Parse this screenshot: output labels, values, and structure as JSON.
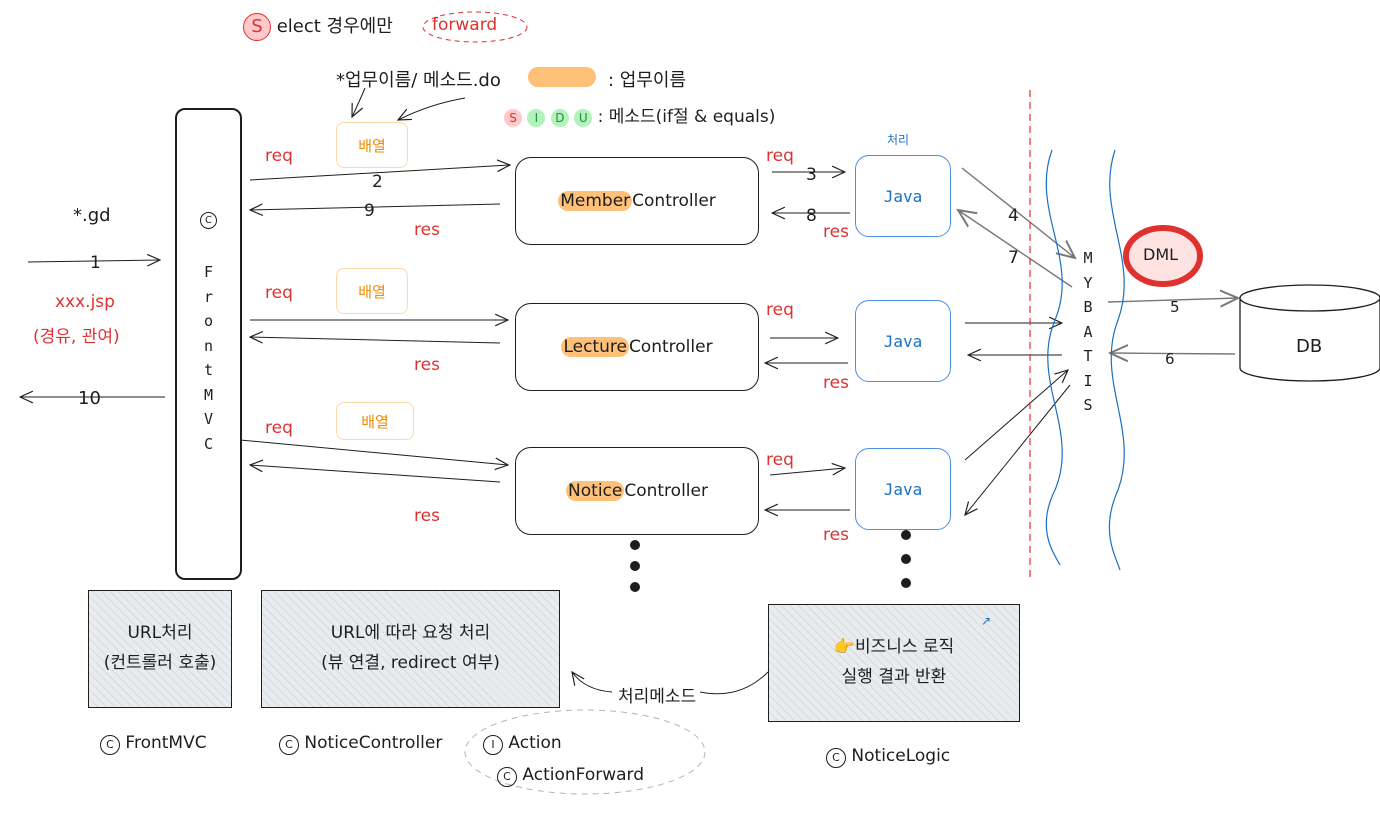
{
  "top": {
    "select_letter": "S",
    "select_rest": "elect 경우에만",
    "forward": "forward",
    "pattern": "*업무이름/ 메소드.do",
    "business_label": ": 업무이름",
    "methods_label": ": 메소드(if절 & equals)",
    "method_letters": [
      "S",
      "I",
      "D",
      "U"
    ]
  },
  "left": {
    "gd": "*.gd",
    "step1": "1",
    "jsp": "xxx.jsp",
    "via": "(경유, 관여)",
    "step10": "10"
  },
  "front": {
    "mark": "C",
    "letters": [
      "F",
      "r",
      "o",
      "n",
      "t",
      "M",
      "V",
      "C"
    ]
  },
  "arrays": [
    "배열",
    "배열",
    "배열"
  ],
  "labels": {
    "req": "req",
    "res": "res",
    "java": "Java",
    "processing": "처리"
  },
  "controllers": [
    {
      "prefix": "Member",
      "suffix": "Controller"
    },
    {
      "prefix": "Lecture",
      "suffix": "Controller"
    },
    {
      "prefix": "Notice",
      "suffix": "Controller"
    }
  ],
  "steps": {
    "s2": "2",
    "s3": "3",
    "s4": "4",
    "s5": "5",
    "s6": "6",
    "s7": "7",
    "s8": "8",
    "s9": "9"
  },
  "mybatis": [
    "M",
    "Y",
    "B",
    "A",
    "T",
    "I",
    "S"
  ],
  "db": {
    "dml": "DML",
    "label": "DB"
  },
  "boxes": {
    "url1": "URL처리",
    "url2": "(컨트롤러 호출)",
    "req1": "URL에 따라 요청 처리",
    "req2": "(뷰 연결, redirect 여부)",
    "biz_icon": "👉",
    "biz1": "비즈니스 로직",
    "biz2": "실행 결과 반환",
    "method_label": "처리메소드"
  },
  "classes": {
    "front": "FrontMVC",
    "notice_controller": "NoticeController",
    "action": "Action",
    "action_forward": "ActionForward",
    "notice_logic": "NoticeLogic",
    "c_mark": "C",
    "i_mark": "I"
  }
}
